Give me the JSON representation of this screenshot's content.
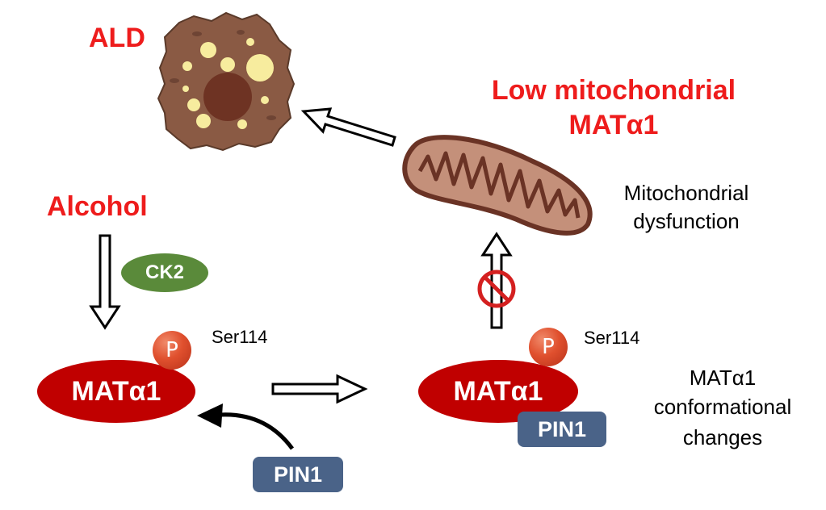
{
  "labels": {
    "ald": "ALD",
    "low_mito_line1": "Low mitochondrial",
    "low_mito_line2": "MATα1",
    "alcohol": "Alcohol",
    "mito_dysfunction_line1": "Mitochondrial",
    "mito_dysfunction_line2": "dysfunction",
    "conf_line1": "MATα1",
    "conf_line2": "conformational",
    "conf_line3": "changes"
  },
  "nodes": {
    "ck2": "CK2",
    "mat_left": "MATα1",
    "mat_right": "MATα1",
    "pin1_bottom": "PIN1",
    "pin1_right": "PIN1",
    "phospho_left": "P",
    "phospho_right": "P",
    "ser_left": "Ser114",
    "ser_right": "Ser114"
  },
  "colors": {
    "red_text": "#ee1c1c",
    "mat_fill": "#c00000",
    "pin1_fill": "#4a6388",
    "ck2_fill": "#5a8a3a",
    "cell_fill": "#8a5a44",
    "mito_fill": "#c4907a"
  },
  "icons": {
    "cell": "hepatocyte-with-lipid-droplets-icon",
    "mitochondrion": "mitochondrion-icon",
    "prohibition": "prohibition-sign-icon"
  }
}
